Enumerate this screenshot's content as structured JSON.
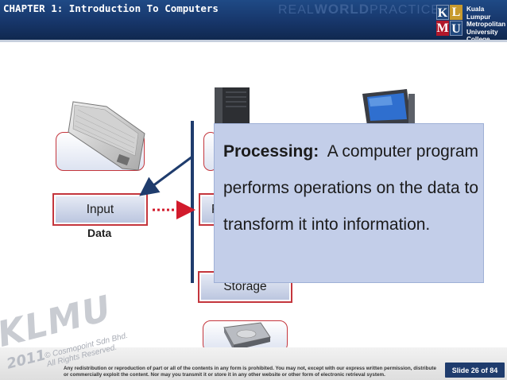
{
  "header": {
    "chapter_title": "CHAPTER 1: Introduction To Computers",
    "watermark_prefix": "REAL",
    "watermark_bold": "WORLD",
    "watermark_suffix": "PRACTICE",
    "logo_letters": [
      "K",
      "L",
      "M",
      "U"
    ],
    "university_lines": [
      "Kuala Lumpur",
      "Metropolitan",
      "University",
      "College"
    ]
  },
  "diagram": {
    "input_label": "Input",
    "data_label": "Data",
    "process_partial": "P",
    "storage_label": "Storage",
    "icons": [
      "keyboard-image",
      "tower-pc-image",
      "monitor-image",
      "hard-drive-image"
    ]
  },
  "callout": {
    "term": "Processing:",
    "text": "A computer program performs operations on the data to transform it into information."
  },
  "footer": {
    "watermark_klmu": "KLMU",
    "watermark_year": "2011",
    "watermark_copyright": "© Cosmopoint Sdn Bhd. All Rights Reserved.",
    "legal_notice": "Any redistribution or reproduction of part or all of the contents in any form is prohibited. You may not, except with our express written permission, distribute or commercially exploit the content. Nor may you transmit it or store it in any other website or other form of electronic retrieval system.",
    "slide_number": "Slide 26 of 84"
  },
  "colors": {
    "header_blue": "#17366a",
    "box_border_red": "#c4363d",
    "callout_fill": "#c3cee9",
    "slide_badge": "#1f3c6d"
  }
}
